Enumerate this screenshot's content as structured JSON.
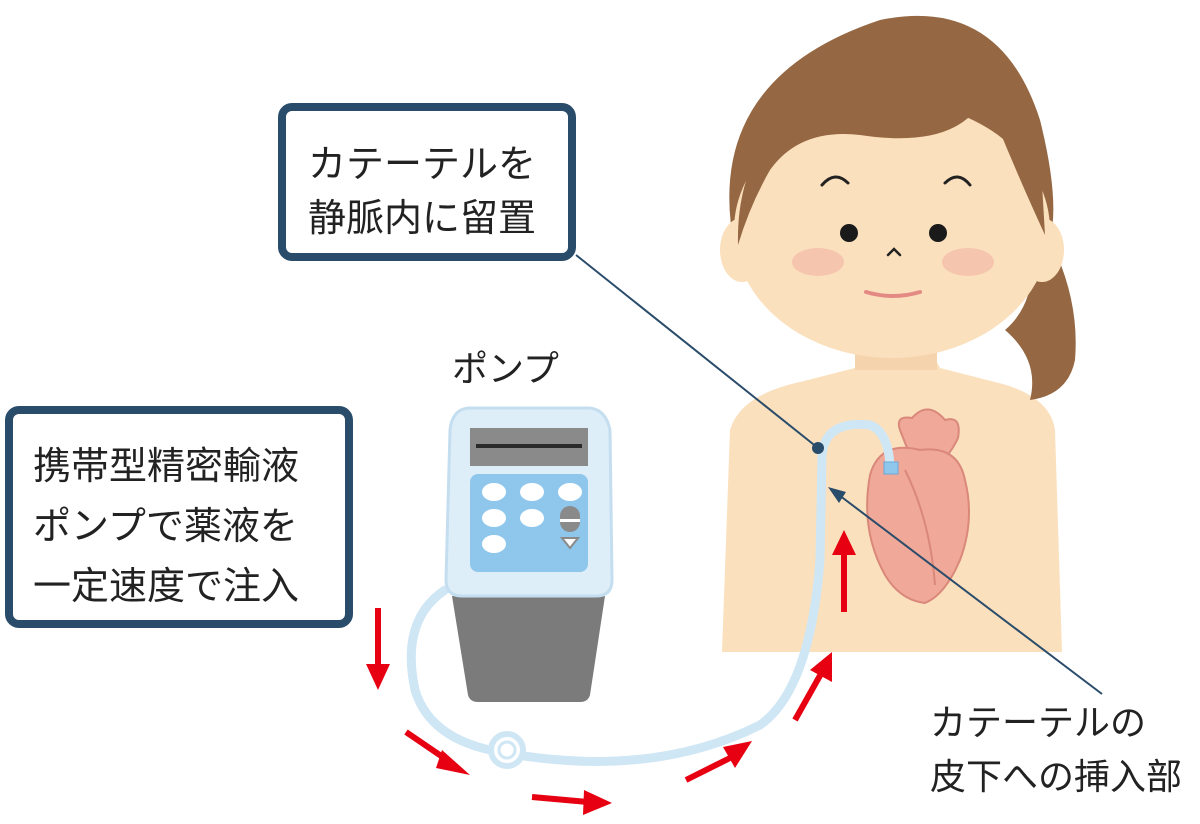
{
  "callout_catheter": {
    "lines": [
      "カテーテルを",
      "静脈内に留置"
    ]
  },
  "callout_pump": {
    "lines": [
      "携帯型精密輸液",
      "ポンプで薬液を",
      "一定速度で注入"
    ]
  },
  "pump_label": "ポンプ",
  "insertion_label": {
    "lines": [
      "カテーテルの",
      "皮下への挿入部"
    ]
  },
  "colors": {
    "callout_border": "#2a4c6b",
    "arrow": "#e60012",
    "tube": "#cfe6f5",
    "skin": "#fbe0bd",
    "hair": "#956843",
    "heart": "#f0a898",
    "pump_top": "#ddeef9",
    "pump_bottom": "#7b7b7b",
    "pump_buttons": "#8fc7ec"
  }
}
